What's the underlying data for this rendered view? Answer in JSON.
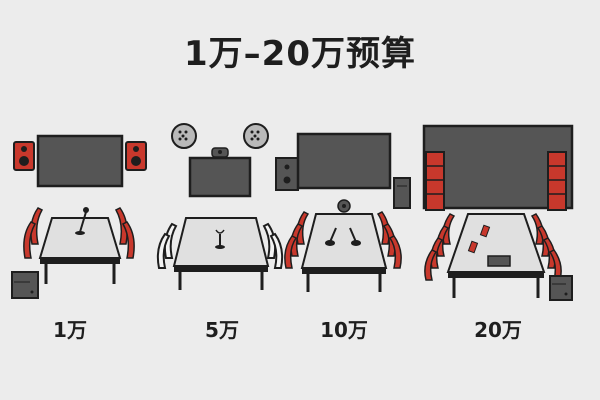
{
  "title": "1万–20万预算",
  "tiers": [
    {
      "label": "1万"
    },
    {
      "label": "5万"
    },
    {
      "label": "10万"
    },
    {
      "label": "20万"
    }
  ],
  "colors": {
    "background": "#ececec",
    "outline": "#1e1e1e",
    "screen": "#555555",
    "table_top": "#e0e0e0",
    "chair_red": "#c8382c",
    "speaker_red": "#c8382c",
    "device_gray": "#b9b9b9"
  }
}
